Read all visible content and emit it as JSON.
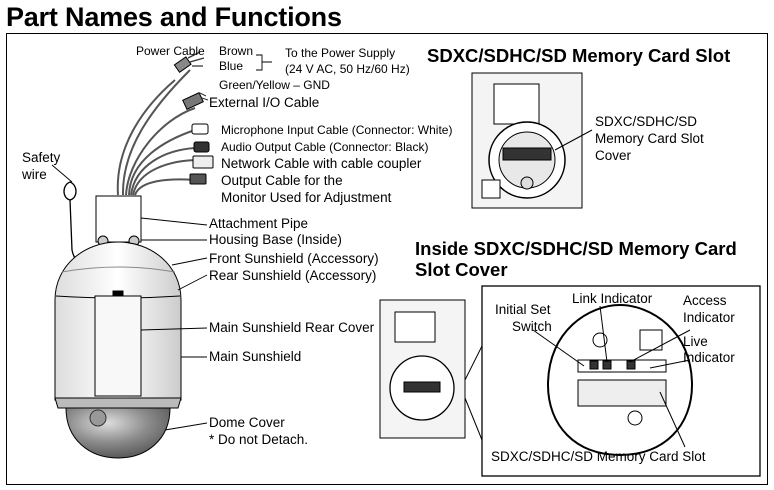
{
  "page": {
    "title": "Part Names and Functions"
  },
  "camera_labels": {
    "power_cable": "Power Cable",
    "brown": "Brown",
    "blue": "Blue",
    "to_power_supply": "To the Power Supply",
    "power_spec": "(24 V AC, 50 Hz/60 Hz)",
    "green_yellow_gnd": "Green/Yellow – GND",
    "external_io": "External I/O Cable",
    "mic_input": "Microphone Input Cable (Connector: White)",
    "audio_output": "Audio Output Cable (Connector: Black)",
    "network_cable": "Network Cable with cable coupler",
    "output_cable_1": "Output Cable for the",
    "output_cable_2": "Monitor Used for Adjustment",
    "safety_wire_1": "Safety",
    "safety_wire_2": "wire",
    "attachment_pipe": "Attachment Pipe",
    "housing_base": "Housing Base (Inside)",
    "front_sunshield": "Front Sunshield (Accessory)",
    "rear_sunshield": "Rear Sunshield (Accessory)",
    "main_sunshield_rear_cover": "Main Sunshield Rear Cover",
    "main_sunshield": "Main Sunshield",
    "dome_cover": "Dome Cover",
    "do_not_detach": "* Do not Detach."
  },
  "slot_section": {
    "heading": "SDXC/SDHC/SD Memory Card Slot",
    "cover_label_1": "SDXC/SDHC/SD",
    "cover_label_2": "Memory Card Slot",
    "cover_label_3": "Cover"
  },
  "inside_section": {
    "heading_1": "Inside SDXC/SDHC/SD Memory Card",
    "heading_2": "Slot Cover",
    "initial_set_1": "Initial Set",
    "initial_set_2": "Switch",
    "link_indicator": "Link Indicator",
    "access_1": "Access",
    "access_2": "Indicator",
    "live_1": "Live",
    "live_2": "Indicator",
    "card_slot": "SDXC/SDHC/SD Memory Card Slot"
  }
}
